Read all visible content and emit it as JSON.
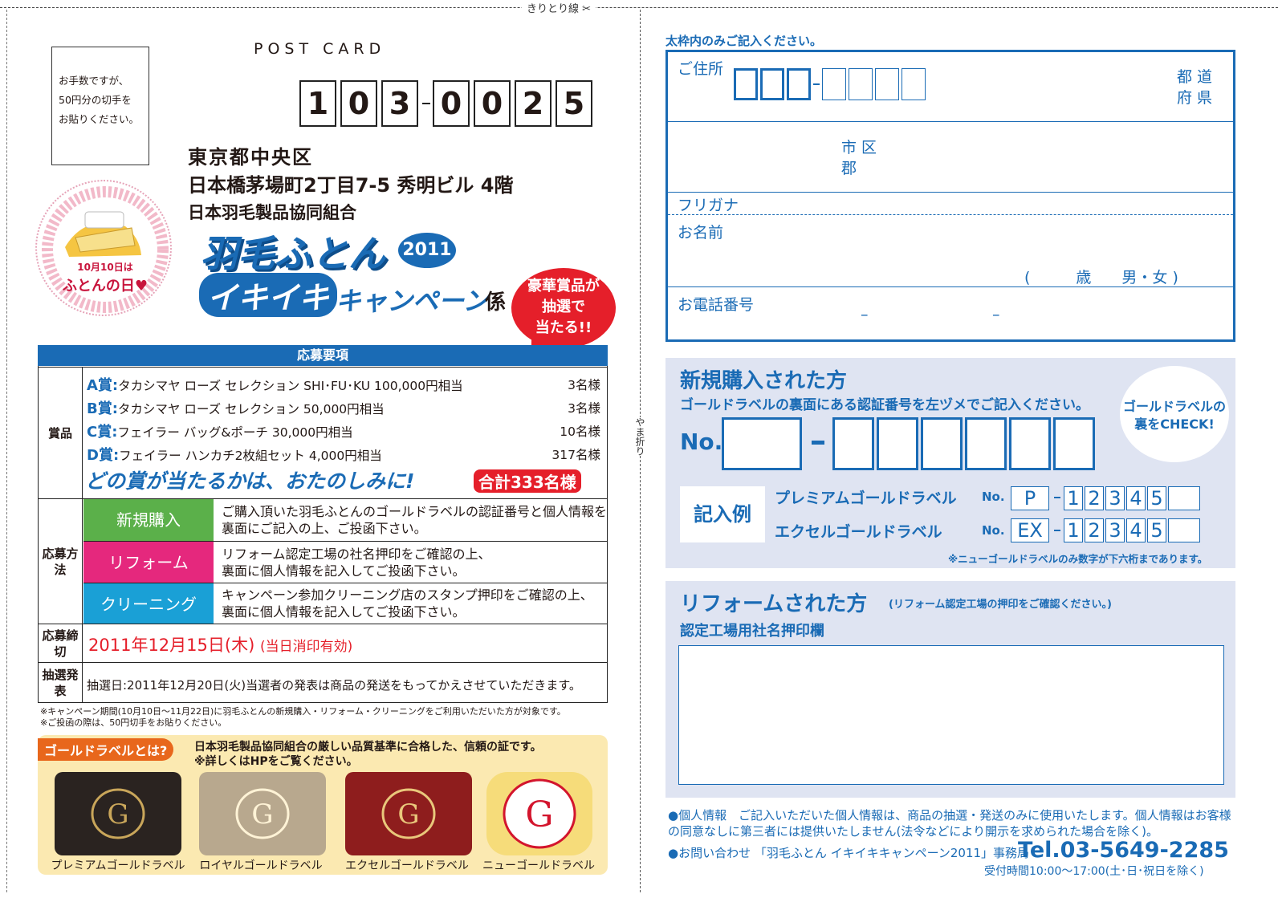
{
  "cut_label": "きりとり線",
  "fold_label": "やま折り",
  "stamp_text": [
    "お手数ですが、",
    "50円分の切手を",
    "お貼りください。"
  ],
  "postcard_label": "POST CARD",
  "zip": [
    "1",
    "0",
    "3",
    "0",
    "0",
    "2",
    "5"
  ],
  "address_line1": "東京都中央区",
  "address_line2": "日本橋茅場町2丁目7-5 秀明ビル 4階",
  "organization": "日本羽毛製品協同組合",
  "campaign": {
    "title": "羽毛ふとん",
    "year": "2011",
    "ikiiki": "イキイキ",
    "campaign": "キャンペーン",
    "suffix": "係"
  },
  "badge_lines": [
    "豪華賞品が",
    "抽選で",
    "当たる!!"
  ],
  "seal": {
    "date": "10月10日は",
    "title": "ふとんの日"
  },
  "table": {
    "header": "応募要項",
    "prize_label": "賞品",
    "prizes": [
      {
        "rank": "A賞:",
        "desc": "タカシマヤ ローズ セレクション SHI･FU･KU 100,000円相当",
        "count": "3名様"
      },
      {
        "rank": "B賞:",
        "desc": "タカシマヤ ローズ セレクション 50,000円相当",
        "count": "3名様"
      },
      {
        "rank": "C賞:",
        "desc": "フェイラー バッグ&ポーチ 30,000円相当",
        "count": "10名様"
      },
      {
        "rank": "D賞:",
        "desc": "フェイラー ハンカチ2枚組セット 4,000円相当",
        "count": "317名様"
      }
    ],
    "slogan": "どの賞が当たるかは、おたのしみに!",
    "total": "合計333名様",
    "method_label": "応募方法",
    "methods": [
      {
        "tag": "新規購入",
        "color": "#5bb04a",
        "text1": "ご購入頂いた羽毛ふとんのゴールドラベルの認証番号と個人情報を",
        "text2": "裏面にご記入の上、ご投函下さい。"
      },
      {
        "tag": "リフォーム",
        "color": "#e5287d",
        "text1": "リフォーム認定工場の社名押印をご確認の上、",
        "text2": "裏面に個人情報を記入してご投函下さい。"
      },
      {
        "tag": "クリーニング",
        "color": "#1aa0d6",
        "text1": "キャンペーン参加クリーニング店のスタンプ押印をご確認の上、",
        "text2": "裏面に個人情報を記入してご投函下さい。"
      }
    ],
    "deadline_label": "応募締切",
    "deadline": "2011年12月15日(木)",
    "deadline_note": "(当日消印有効)",
    "lottery_label": "抽選発表",
    "lottery_text": "抽選日:2011年12月20日(火)当選者の発表は商品の発送をもってかえさせていただきます。"
  },
  "notes": [
    "※キャンペーン期間(10月10日〜11月22日)に羽毛ふとんの新規購入・リフォーム・クリーニングをご利用いただいた方が対象です。",
    "※ご投函の際は、50円切手をお貼りください。"
  ],
  "gold": {
    "tag": "ゴールドラベルとは?",
    "text1": "日本羽毛製品協同組合の厳しい品質基準に合格した、信頼の証です。",
    "text2": "※詳しくはHPをご覧ください。",
    "cards": [
      {
        "name": "プレミアムゴールドラベル",
        "bg": "#2a2320"
      },
      {
        "name": "ロイヤルゴールドラベル",
        "bg": "#b8a88e"
      },
      {
        "name": "エクセルゴールドラベル",
        "bg": "#8e1d1d"
      },
      {
        "name": "ニューゴールドラベル",
        "bg": "#f6dc7a"
      }
    ]
  },
  "form": {
    "instruction": "太枠内のみご記入ください。",
    "address_label": "ご住所",
    "pref": [
      "都 道",
      "府 県"
    ],
    "city": [
      "市 区",
      "郡"
    ],
    "furigana_label": "フリガナ",
    "name_label": "お名前",
    "age_gender": "(　　　歳　　男・女 )",
    "phone_label": "お電話番号",
    "phone_dashes": [
      "–",
      "–"
    ]
  },
  "purchase": {
    "title": "新規購入された方",
    "subtitle": "ゴールドラベルの裏面にある認証番号を左ヅメでご記入ください。",
    "bubble": [
      "ゴールドラベルの",
      "裏をCHECK!"
    ],
    "no_label": "No.",
    "example_label": "記入例",
    "examples": [
      {
        "name": "プレミアムゴールドラベル",
        "no": "No.",
        "prefix": "P",
        "digits": [
          "1",
          "2",
          "3",
          "4",
          "5",
          ""
        ]
      },
      {
        "name": "エクセルゴールドラベル",
        "no": "No.",
        "prefix": "EX",
        "digits": [
          "1",
          "2",
          "3",
          "4",
          "5",
          ""
        ]
      }
    ],
    "note": "※ニューゴールドラベルのみ数字が下六桁まであります。"
  },
  "reform": {
    "title": "リフォームされた方",
    "note": "(リフォーム認定工場の押印をご確認ください。)",
    "stamp_label": "認定工場用社名押印欄"
  },
  "privacy": "●個人情報　ご記入いただいた個人情報は、商品の抽選・発送のみに使用いたします。個人情報はお客様の同意なしに第三者には提供いたしません(法令などにより開示を求められた場合を除く)。",
  "inquiry": "●お問い合わせ 「羽毛ふとん イキイキキャンペーン2011」事務局",
  "tel": "Tel.03-5649-2285",
  "hours": "受付時間10:00〜17:00(土･日･祝日を除く)"
}
